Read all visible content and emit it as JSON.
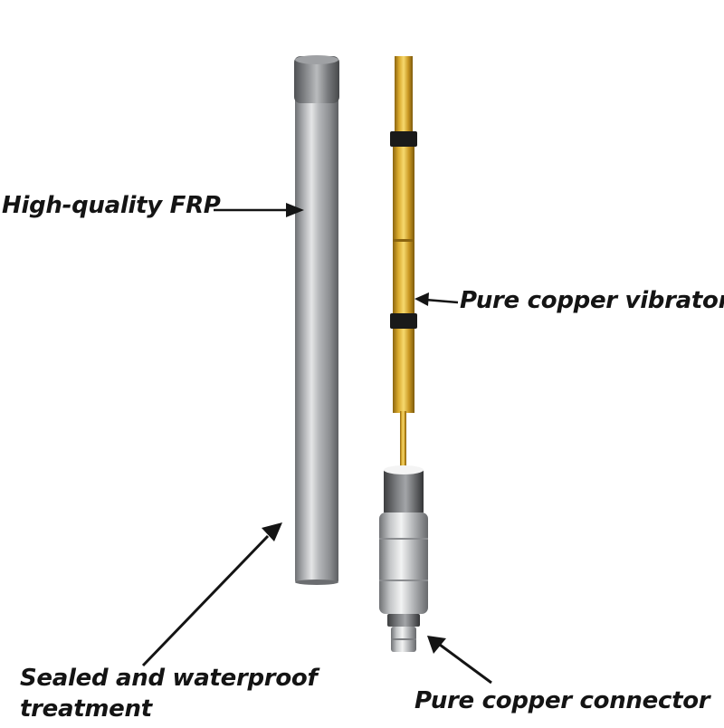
{
  "labels": {
    "frp": "High-quality FRP",
    "vibrator": "Pure copper vibrator",
    "sealed_line1": "Sealed and waterproof",
    "sealed_line2": "treatment",
    "connector": "Pure copper connector"
  },
  "colors": {
    "background": "#ffffff",
    "text": "#141414",
    "fiberglass_tube": "#9a9ca0",
    "copper_vibrator": "#d4a52a",
    "connector_metal": "#c8cacc",
    "band": "#1a1a1a"
  }
}
